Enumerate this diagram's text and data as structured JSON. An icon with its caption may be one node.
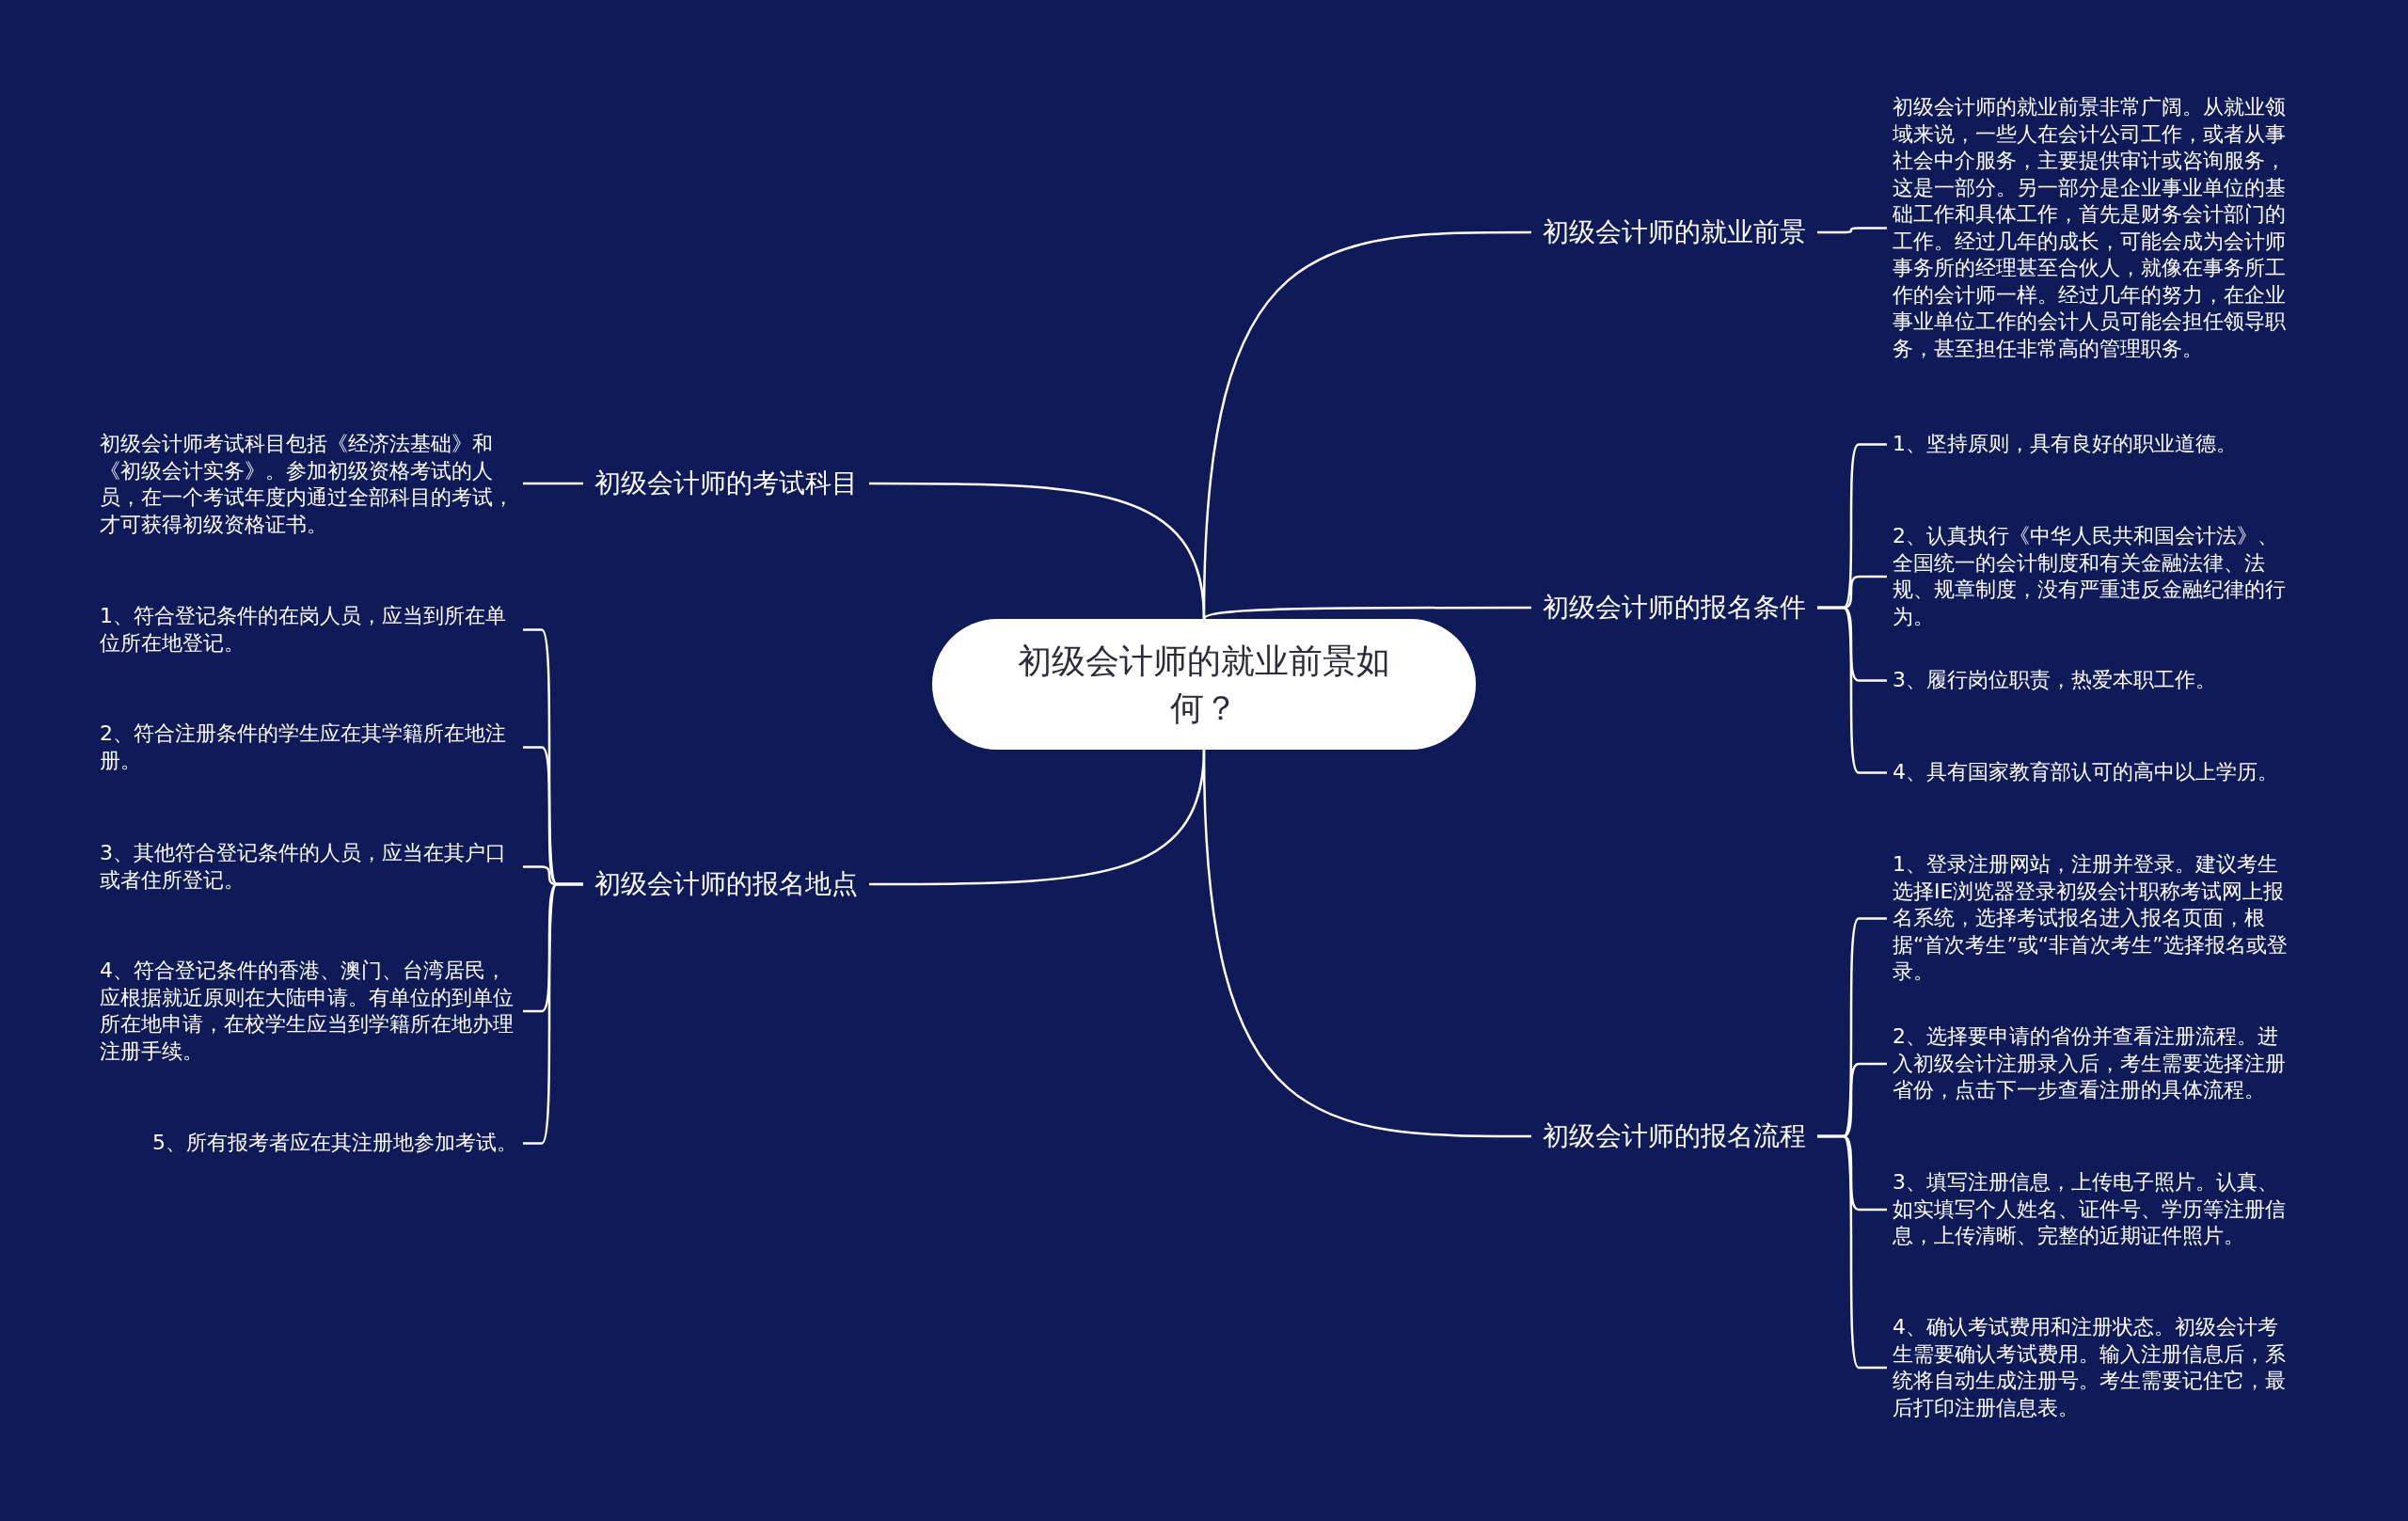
{
  "diagram": {
    "nodes": [
      {
        "text": [
          "初级会计师的就业前景如何？"
        ]
      },
      {
        "text": [
          "初级会计师的就业前景"
        ]
      },
      {
        "text": [
          "初级会计师的就业前景非常广阔。从就业领域来说，一些人在会计公司工作，或者从事社会中介服务，主要提供审计或咨询服务，这是一部分。另一部分是企业事业单位的基础工作和具体工作，首先是财务会计部门的工作。经过几年的成长，可能会成为会计师事务所的经理甚至合伙人，就像在事务所工作的会计师一样。经过几年的努力，在企业事业单位工作的会计人员可能会担任领导职务，甚至担任非常高的管理职务。"
        ]
      },
      {
        "text": [
          "初级会计师的考试科目"
        ]
      },
      {
        "text": [
          "初级会计师考试科目包括《经济法基础》和《初级会计实务》。参加初级资格考试的人员，在一个考试年度内通过全部科目的考试，才可获得初级资格证书。"
        ]
      },
      {
        "text": [
          "初级会计师的报名条件"
        ]
      },
      {
        "text": [
          "1、坚持原则，具有良好的职业道德。"
        ]
      },
      {
        "text": [
          "2、认真执行《中华人民共和国会计法》、全国统一的会计制度和有关金融法律、法规、规章制度，没有严重违反金融纪律的行为。"
        ]
      },
      {
        "text": [
          "3、履行岗位职责，热爱本职工作。"
        ]
      },
      {
        "text": [
          "4、具有国家教育部认可的高中以上学历。"
        ]
      },
      {
        "text": [
          "初级会计师的报名地点"
        ]
      },
      {
        "text": [
          "1、符合登记条件的在岗人员，应当到所在单位所在地登记。"
        ]
      },
      {
        "text": [
          "2、符合注册条件的学生应在其学籍所在地注册。"
        ]
      },
      {
        "text": [
          "3、其他符合登记条件的人员，应当在其户口或者住所登记。"
        ]
      },
      {
        "text": [
          "4、符合登记条件的香港、澳门、台湾居民，应根据就近原则在大陆申请。有单位的到单位所在地申请，在校学生应当到学籍所在地办理注册手续。"
        ]
      },
      {
        "text": [
          "5、所有报考者应在其注册地参加考试。"
        ]
      },
      {
        "text": [
          "初级会计师的报名流程"
        ]
      },
      {
        "text": [
          "1、登录注册网站，注册并登录。建议考生选择IE浏览器登录初级会计职称考试网上报名系统，选择考试报名进入报名页面，根据“首次考生”或“非首次考生”选择报名或登录。"
        ]
      },
      {
        "text": [
          "2、选择要申请的省份并查看注册流程。进入初级会计注册录入后，考生需要选择注册省份，点击下一步查看注册的具体流程。"
        ]
      },
      {
        "text": [
          "3、填写注册信息，上传电子照片。认真、如实填写个人姓名、证件号、学历等注册信息，上传清晰、完整的近期证件照片。"
        ]
      },
      {
        "text": [
          "4、确认考试费用和注册状态。初级会计考生需要确认考试费用。输入注册信息后，系统将自动生成注册号。考生需要记住它，最后打印注册信息表。"
        ]
      }
    ],
    "edges": [
      {
        "from": 0,
        "to": 1,
        "arrow": "none"
      },
      {
        "from": 0,
        "to": 3,
        "arrow": "none"
      },
      {
        "from": 0,
        "to": 5,
        "arrow": "none"
      },
      {
        "from": 0,
        "to": 10,
        "arrow": "none"
      },
      {
        "from": 0,
        "to": 16,
        "arrow": "none"
      },
      {
        "from": 1,
        "to": 2,
        "arrow": "none"
      },
      {
        "from": 3,
        "to": 4,
        "arrow": "none"
      },
      {
        "from": 5,
        "to": 6,
        "arrow": "none"
      },
      {
        "from": 5,
        "to": 7,
        "arrow": "none"
      },
      {
        "from": 5,
        "to": 8,
        "arrow": "none"
      },
      {
        "from": 5,
        "to": 9,
        "arrow": "none"
      },
      {
        "from": 10,
        "to": 11,
        "arrow": "none"
      },
      {
        "from": 10,
        "to": 12,
        "arrow": "none"
      },
      {
        "from": 10,
        "to": 13,
        "arrow": "none"
      },
      {
        "from": 10,
        "to": 14,
        "arrow": "none"
      },
      {
        "from": 10,
        "to": 15,
        "arrow": "none"
      },
      {
        "from": 16,
        "to": 17,
        "arrow": "none"
      },
      {
        "from": 16,
        "to": 18,
        "arrow": "none"
      },
      {
        "from": 16,
        "to": 19,
        "arrow": "none"
      },
      {
        "from": 16,
        "to": 20,
        "arrow": "none"
      }
    ]
  }
}
